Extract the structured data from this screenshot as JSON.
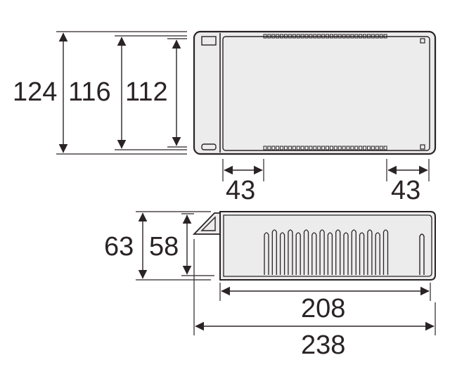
{
  "top_view": {
    "dimensions": {
      "height_outer": "124",
      "height_mid": "116",
      "height_inner": "112",
      "end_left": "43",
      "end_right": "43"
    }
  },
  "side_view": {
    "dimensions": {
      "height_outer": "63",
      "height_inner": "58",
      "length_inner": "208",
      "length_outer": "238"
    }
  },
  "colors": {
    "line": "#2a2326",
    "fill": "#ececec",
    "background": "#ffffff"
  }
}
